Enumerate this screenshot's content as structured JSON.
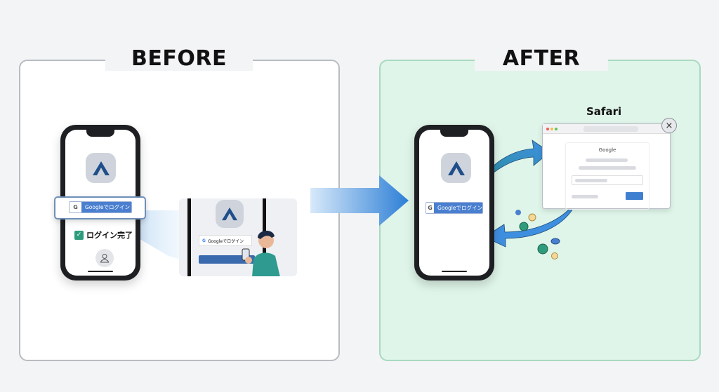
{
  "before": {
    "title": "BEFORE",
    "login_button": "Googleでログイン",
    "google_g": "G",
    "login_done": "ログイン完了",
    "photo_login_button": "Googleでログイン"
  },
  "after": {
    "title": "AFTER",
    "login_button": "Googleでログイン",
    "google_g": "G",
    "safari_label": "Safari",
    "google_text": "Google",
    "close_symbol": "×"
  },
  "colors": {
    "accent_blue": "#4a7fd0",
    "after_bg": "#dff5e9",
    "check_green": "#2e9c7c"
  }
}
